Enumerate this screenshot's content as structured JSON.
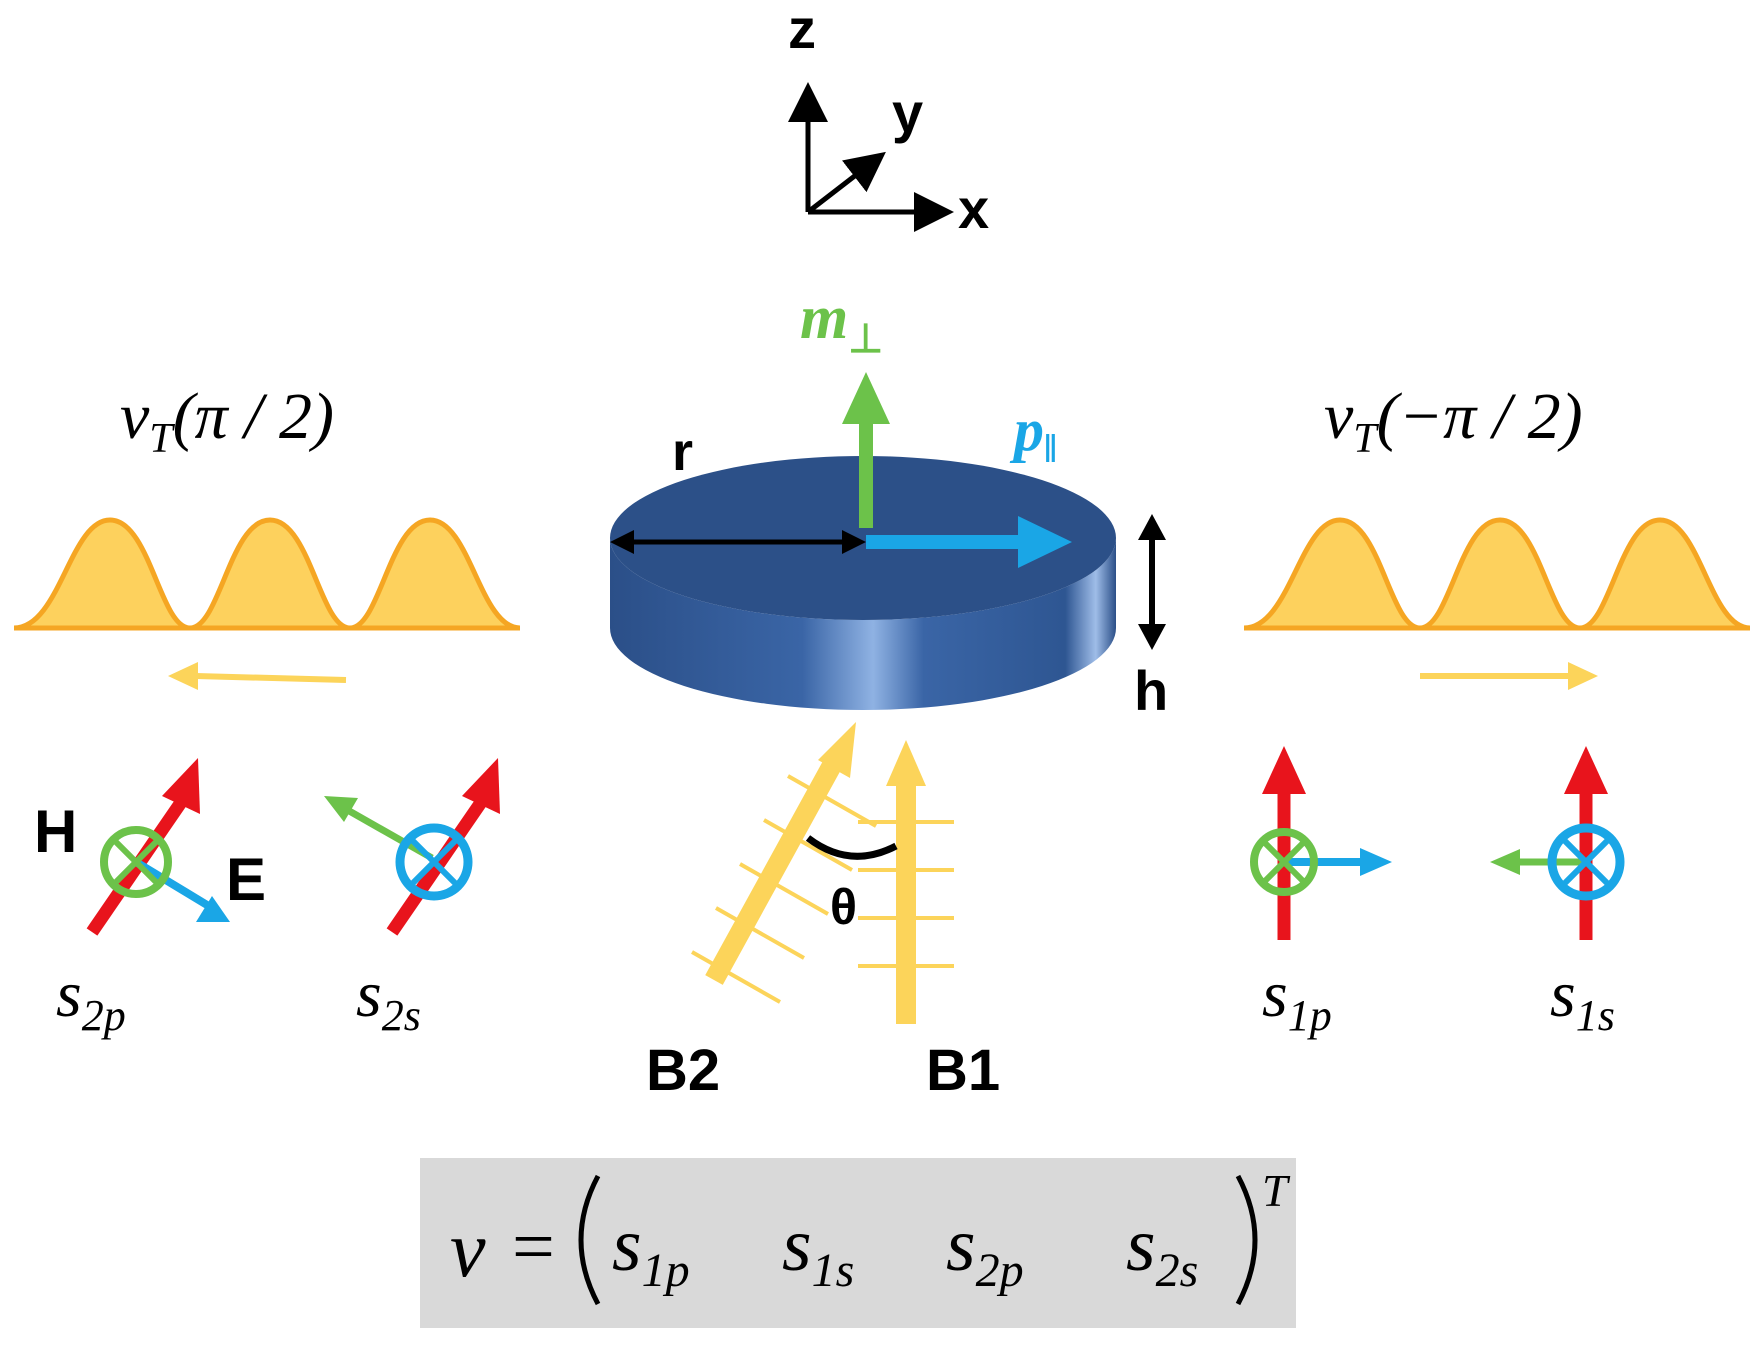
{
  "colors": {
    "disk_top": "#2c5088",
    "disk_side": "#2d5590",
    "disk_highlight": "#8fb2e3",
    "magnetic": "#6cc24a",
    "electric": "#1aa6e6",
    "wavevector": "#e8141c",
    "wave_fill": "#fdd15d",
    "wave_stroke": "#f5a623",
    "beam": "#fcd45a",
    "formula_box": "#d9d9d9"
  },
  "axes": {
    "z": "z",
    "y": "y",
    "x": "x"
  },
  "disk": {
    "radius_label": "r",
    "height_label": "h",
    "m_label": "m",
    "m_sub": "⊥",
    "p_label": "p",
    "p_sub": "‖"
  },
  "left_wave": {
    "v": "v",
    "sub": "T",
    "arg": "(π / 2)",
    "arrow_direction": "left"
  },
  "right_wave": {
    "v": "v",
    "sub": "T",
    "arg": "(−π / 2)",
    "arrow_direction": "right"
  },
  "beams": {
    "b1": "B1",
    "b2": "B2",
    "angle": "θ"
  },
  "field_labels": {
    "h": "H",
    "e": "E"
  },
  "states": [
    {
      "s": "s",
      "sub": "2p",
      "field_icon": "magnetic-circle-cross-icon"
    },
    {
      "s": "s",
      "sub": "2s",
      "field_icon": "electric-circle-cross-icon"
    },
    {
      "s": "s",
      "sub": "1p",
      "field_icon": "magnetic-circle-cross-icon"
    },
    {
      "s": "s",
      "sub": "1s",
      "field_icon": "electric-circle-cross-icon"
    }
  ],
  "formula": {
    "lhs": "v",
    "eq": "=",
    "terms": [
      {
        "s": "s",
        "sub": "1p"
      },
      {
        "s": "s",
        "sub": "1s"
      },
      {
        "s": "s",
        "sub": "2p"
      },
      {
        "s": "s",
        "sub": "2s"
      }
    ],
    "sup": "T"
  }
}
